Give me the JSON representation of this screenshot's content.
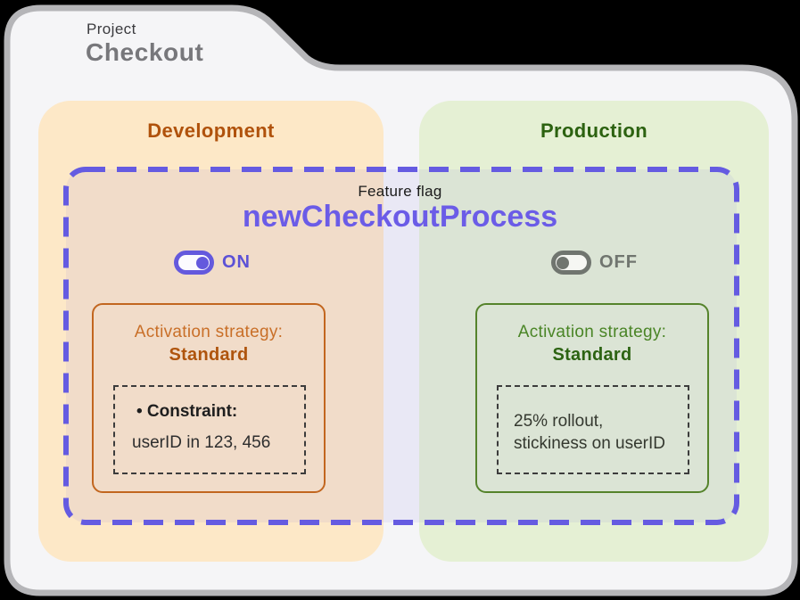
{
  "project": {
    "label": "Project",
    "name": "Checkout"
  },
  "feature_flag": {
    "label": "Feature flag",
    "name": "newCheckoutProcess"
  },
  "environments": [
    {
      "id": "development",
      "title": "Development",
      "toggle": {
        "state": "ON",
        "icon": "toggle-on-icon"
      },
      "strategy": {
        "heading": "Activation strategy:",
        "type": "Standard",
        "constraint_title": "• Constraint:",
        "constraint_value": "userID in 123, 456"
      }
    },
    {
      "id": "production",
      "title": "Production",
      "toggle": {
        "state": "OFF",
        "icon": "toggle-off-icon"
      },
      "strategy": {
        "heading": "Activation strategy:",
        "type": "Standard",
        "rollout_line1": "25% rollout,",
        "rollout_line2": "stickiness on userID"
      }
    }
  ],
  "colors": {
    "accent_purple": "#6B5CE7",
    "development_accent": "#B0520C",
    "development_bg": "#FDE8C7",
    "production_accent": "#2C6210",
    "production_bg": "#E5F0D4",
    "toggle_off_gray": "#70756F",
    "folder_bg": "#F5F5F7",
    "folder_border": "#B5B5B8",
    "flag_tint": "rgba(108,92,231,0.08)"
  }
}
